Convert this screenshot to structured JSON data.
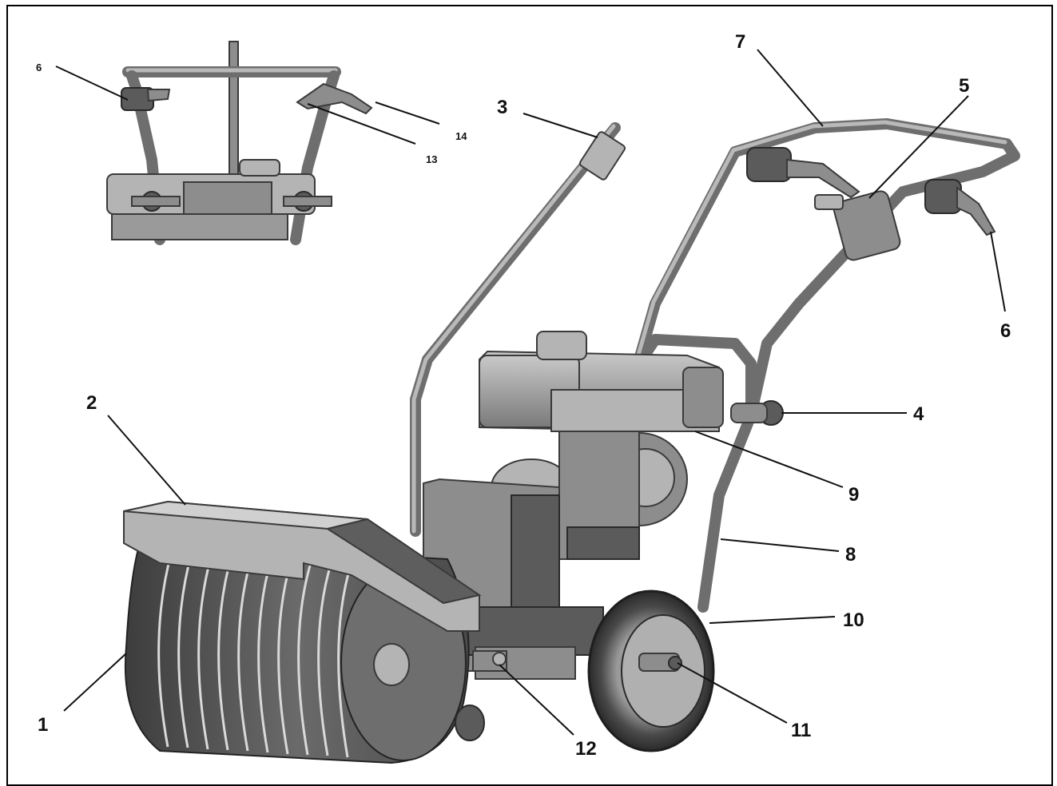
{
  "callouts": {
    "c1": "1",
    "c2": "2",
    "c3": "3",
    "c4": "4",
    "c5": "5",
    "c6": "6",
    "c7": "7",
    "c8": "8",
    "c9": "9",
    "c10": "10",
    "c11": "11",
    "c12": "12",
    "inset_6": "6",
    "inset_13": "13",
    "inset_14": "14"
  },
  "colors": {
    "line": "#111111",
    "metal": "#8d8d8d",
    "metal_light": "#b4b4b4",
    "metal_dark": "#5b5b5b"
  }
}
